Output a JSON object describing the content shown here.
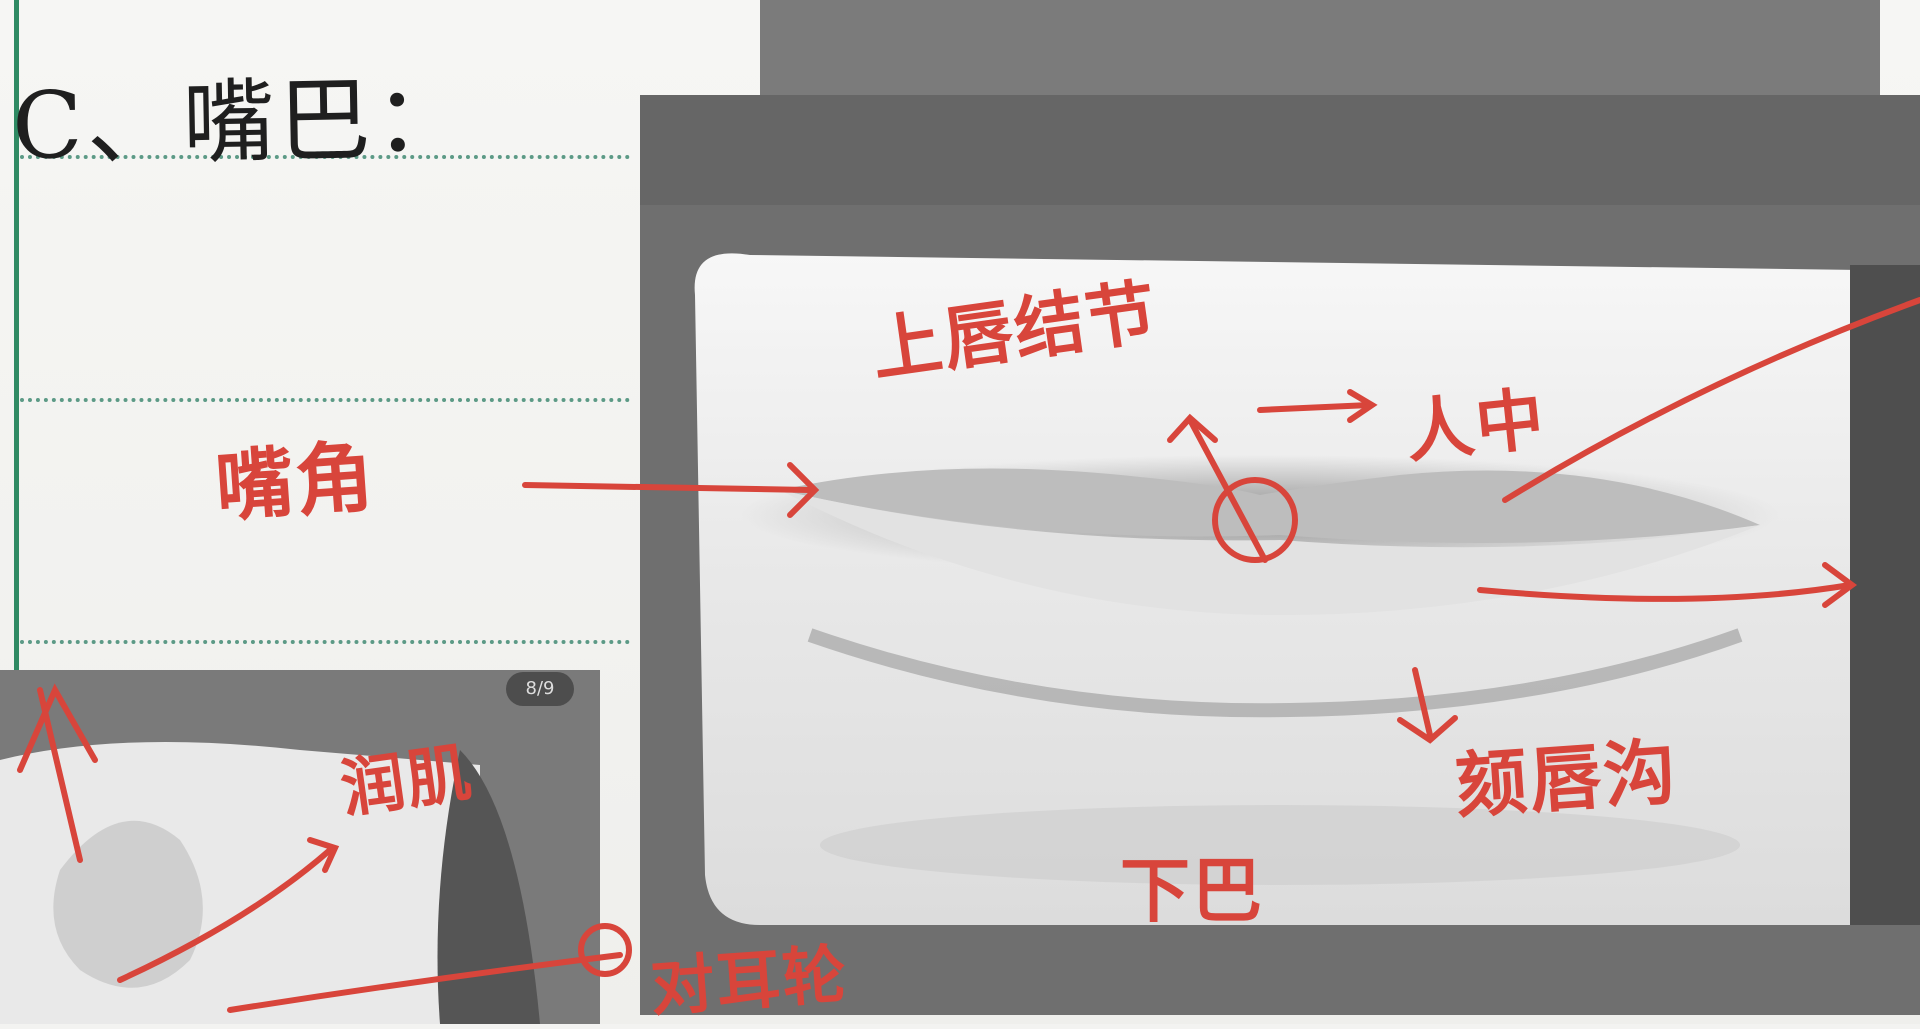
{
  "heading": "C、嘴巴：",
  "annotations": {
    "upper_lip_node": "上唇结节",
    "philtrum": "人中",
    "mouth_corner": "嘴角",
    "mentolabial_groove": "颏唇沟",
    "lower_lip": "下巴",
    "small_photo_note": "润肌",
    "bottom_note": "对耳轮"
  },
  "page_counter": "8/9",
  "colors": {
    "ink_black": "#1f1f1f",
    "ink_red": "#d8453b",
    "margin_green": "#2f8a63"
  }
}
